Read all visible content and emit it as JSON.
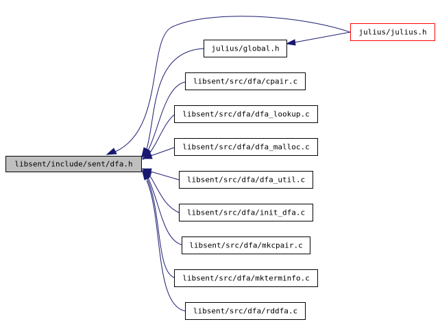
{
  "graph": {
    "root": {
      "label": "libsent/include/sent/dfa.h"
    },
    "nodes": [
      {
        "id": "julius_h",
        "label": "julius/julius.h"
      },
      {
        "id": "global_h",
        "label": "julius/global.h"
      },
      {
        "id": "cpair_c",
        "label": "libsent/src/dfa/cpair.c"
      },
      {
        "id": "dfa_lookup_c",
        "label": "libsent/src/dfa/dfa_lookup.c"
      },
      {
        "id": "dfa_malloc_c",
        "label": "libsent/src/dfa/dfa_malloc.c"
      },
      {
        "id": "dfa_util_c",
        "label": "libsent/src/dfa/dfa_util.c"
      },
      {
        "id": "init_dfa_c",
        "label": "libsent/src/dfa/init_dfa.c"
      },
      {
        "id": "mkcpair_c",
        "label": "libsent/src/dfa/mkcpair.c"
      },
      {
        "id": "mkterminfo_c",
        "label": "libsent/src/dfa/mkterminfo.c"
      },
      {
        "id": "rddfa_c",
        "label": "libsent/src/dfa/rddfa.c"
      }
    ],
    "colors": {
      "edge": "#191970",
      "root_fill": "#bfbfbf",
      "external_border": "#ff0000",
      "node_border": "#000000"
    }
  }
}
